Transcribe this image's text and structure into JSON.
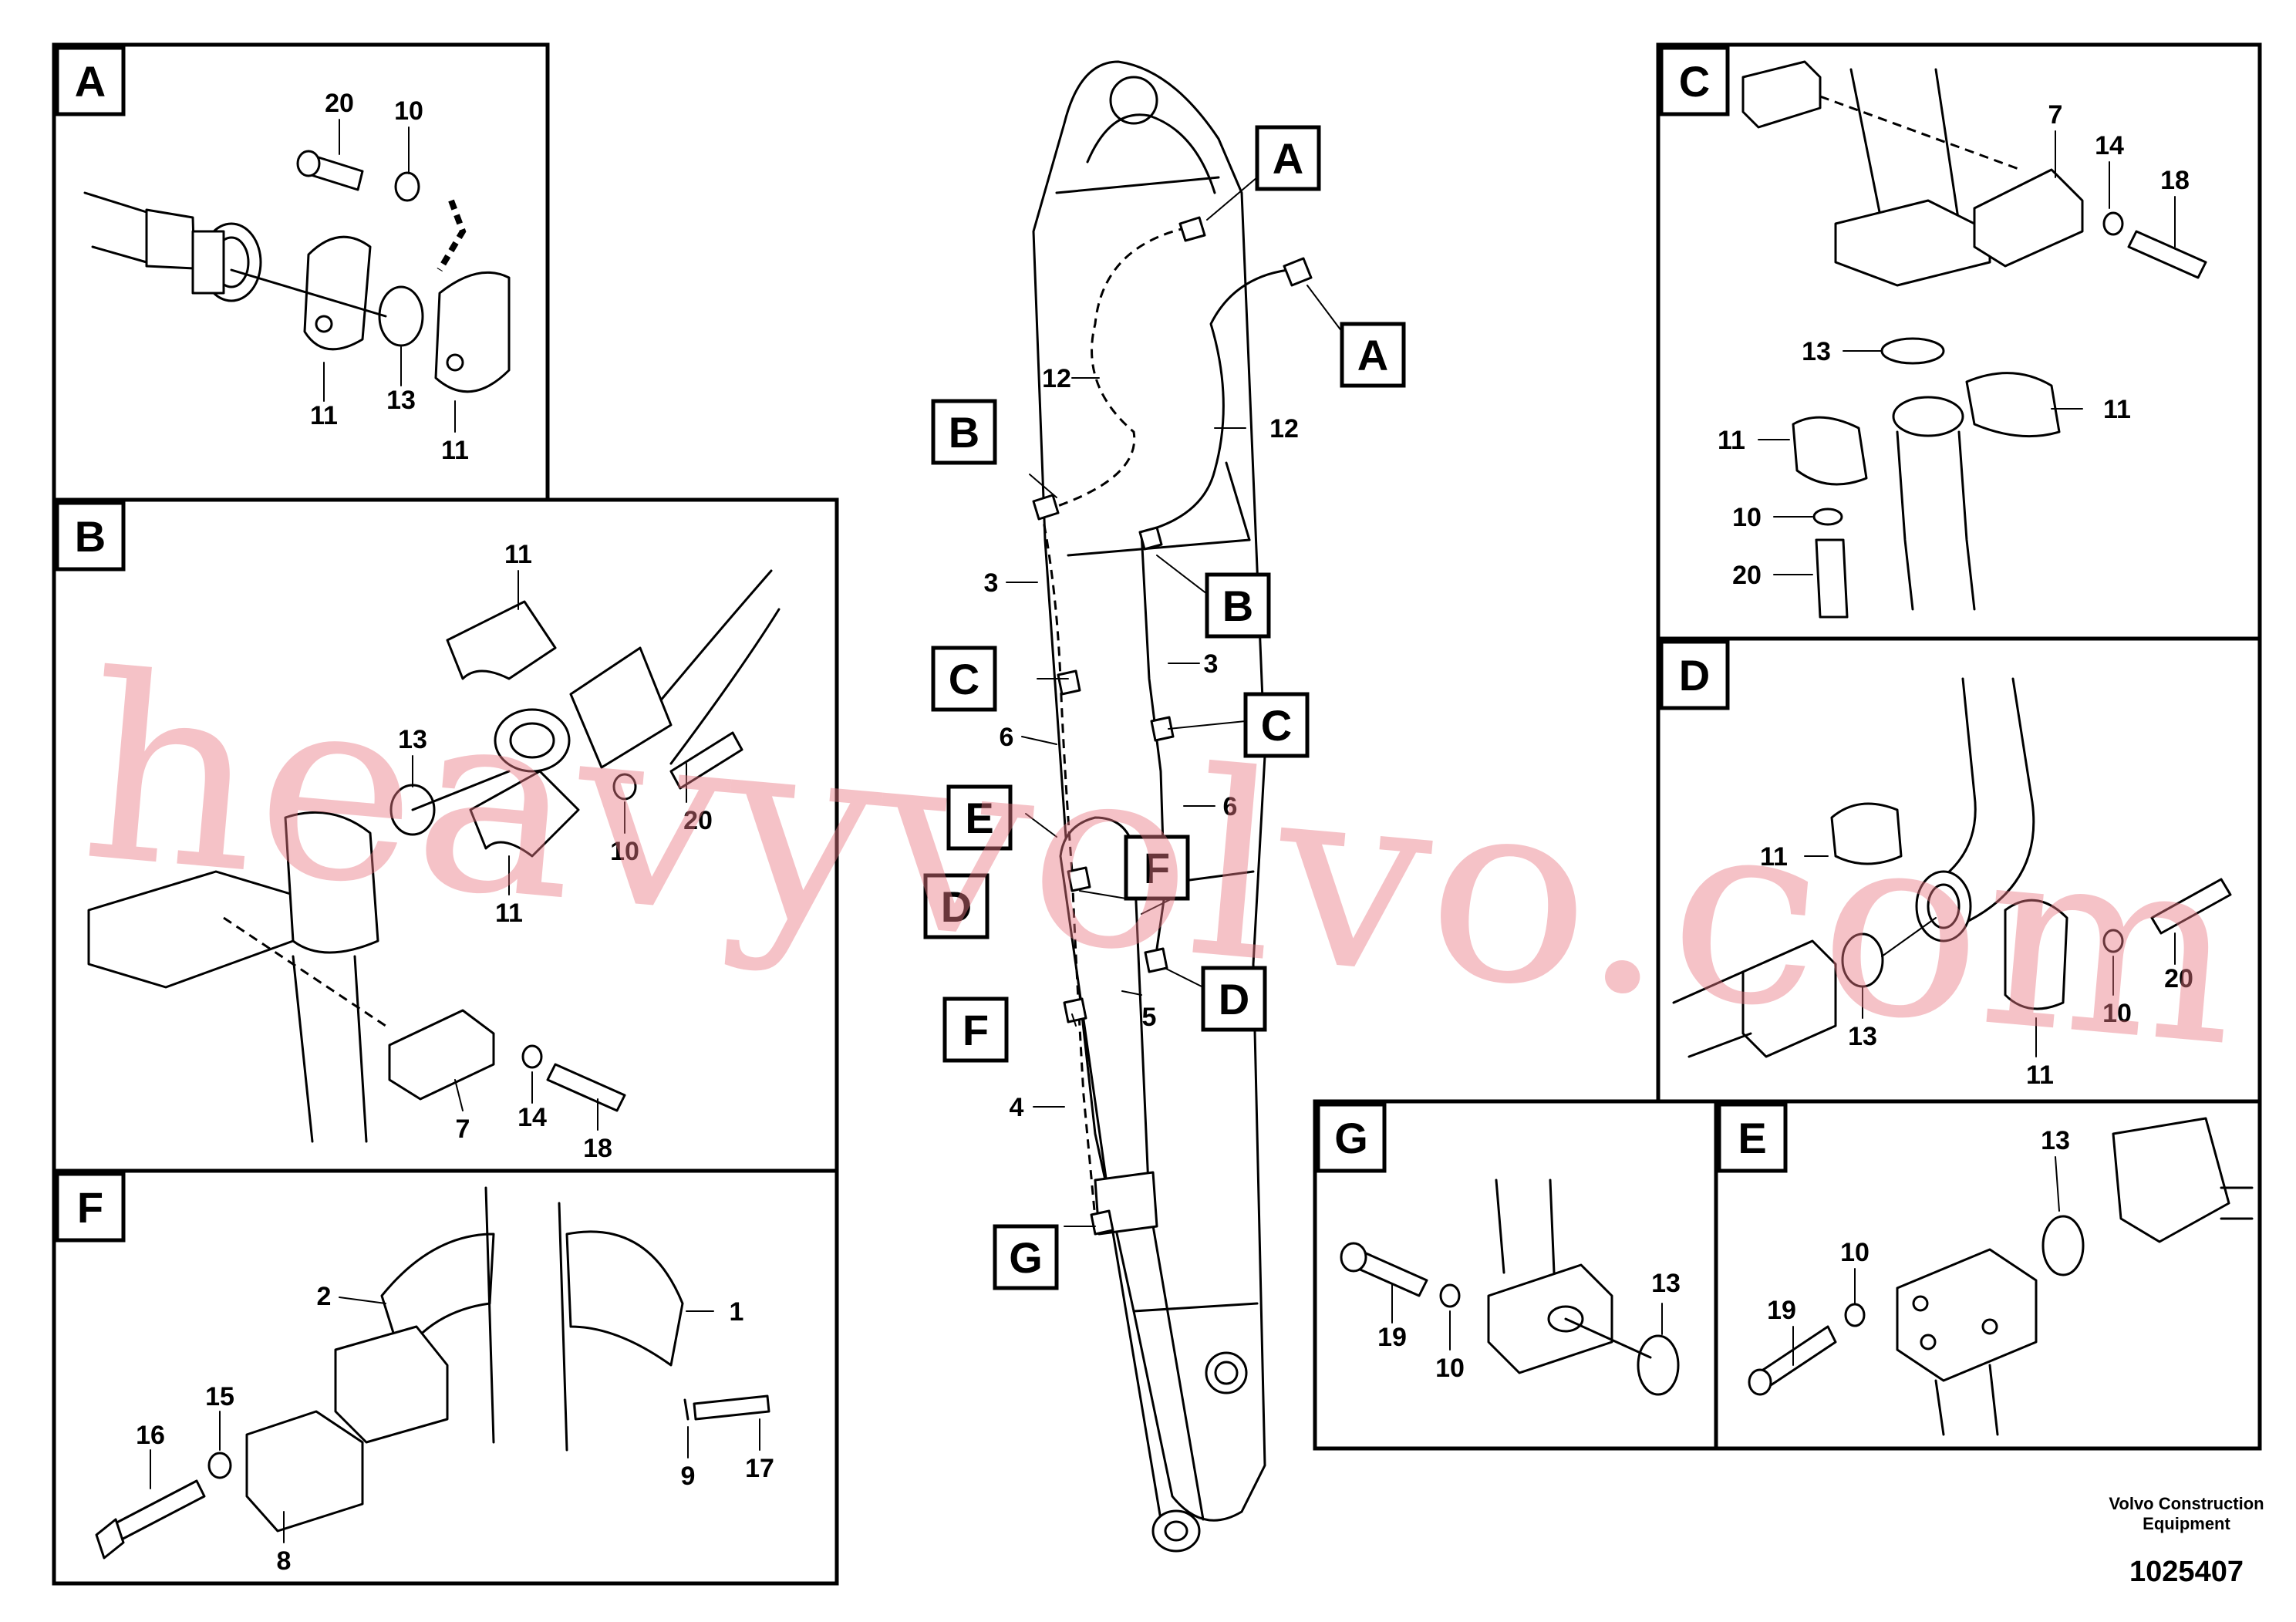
{
  "panels": {
    "A": {
      "label": "A",
      "parts": [
        "20",
        "10",
        "11",
        "13",
        "11"
      ]
    },
    "B": {
      "label": "B",
      "parts": [
        "11",
        "13",
        "20",
        "10",
        "11",
        "7",
        "14",
        "18"
      ]
    },
    "C": {
      "label": "C",
      "parts": [
        "7",
        "14",
        "18",
        "13",
        "11",
        "11",
        "10",
        "20"
      ]
    },
    "D": {
      "label": "D",
      "parts": [
        "11",
        "20",
        "13",
        "10",
        "11"
      ]
    },
    "E": {
      "label": "E",
      "parts": [
        "13",
        "10",
        "19"
      ]
    },
    "F": {
      "label": "F",
      "parts": [
        "2",
        "1",
        "15",
        "16",
        "8",
        "9",
        "17"
      ]
    },
    "G": {
      "label": "G",
      "parts": [
        "19",
        "10",
        "13"
      ]
    }
  },
  "main_view": {
    "labels": [
      "A",
      "A",
      "B",
      "B",
      "C",
      "C",
      "D",
      "D",
      "E",
      "F",
      "F",
      "G"
    ],
    "parts": [
      "12",
      "12",
      "3",
      "3",
      "6",
      "6",
      "5",
      "4"
    ]
  },
  "watermark": "heavyvolvo.com",
  "footer": {
    "company_line1": "Volvo Construction",
    "company_line2": "Equipment",
    "drawing_number": "1025407"
  }
}
